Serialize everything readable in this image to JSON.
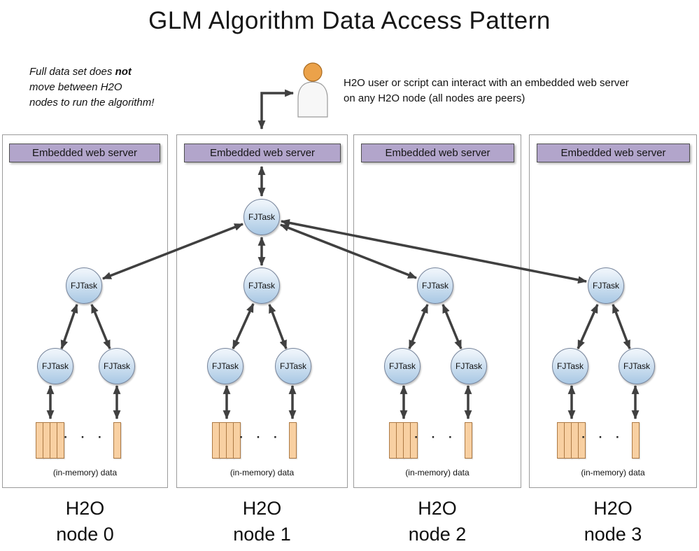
{
  "title": "GLM Algorithm Data Access Pattern",
  "note": {
    "prefix": "Full data set does ",
    "bold": "not",
    "line2": "move between H2O",
    "line3": "nodes to run the algorithm!"
  },
  "caption": {
    "line1": "H2O user or script can interact with an embedded web server",
    "line2": "on any H2O node (all nodes are peers)"
  },
  "labels": {
    "web_server": "Embedded web server",
    "fjtask": "FJTask",
    "data": "(in-memory) data",
    "dots": "· · ·"
  },
  "nodes": [
    {
      "line1": "H2O",
      "line2": "node 0"
    },
    {
      "line1": "H2O",
      "line2": "node 1"
    },
    {
      "line1": "H2O",
      "line2": "node 2"
    },
    {
      "line1": "H2O",
      "line2": "node 3"
    }
  ],
  "colors": {
    "ws_fill": "#b2a5cb",
    "ws_border": "#4f4f4f",
    "circle_top": "#ecf3fa",
    "circle_bottom": "#a9c8e4",
    "circle_border": "#76849b",
    "bar_fill": "#f8d0a2",
    "bar_border": "#ad7a45",
    "arrow": "#404040",
    "box_border": "#9b9b9b",
    "person_head": "#eba24a",
    "person_body": "#f7f7f7"
  }
}
